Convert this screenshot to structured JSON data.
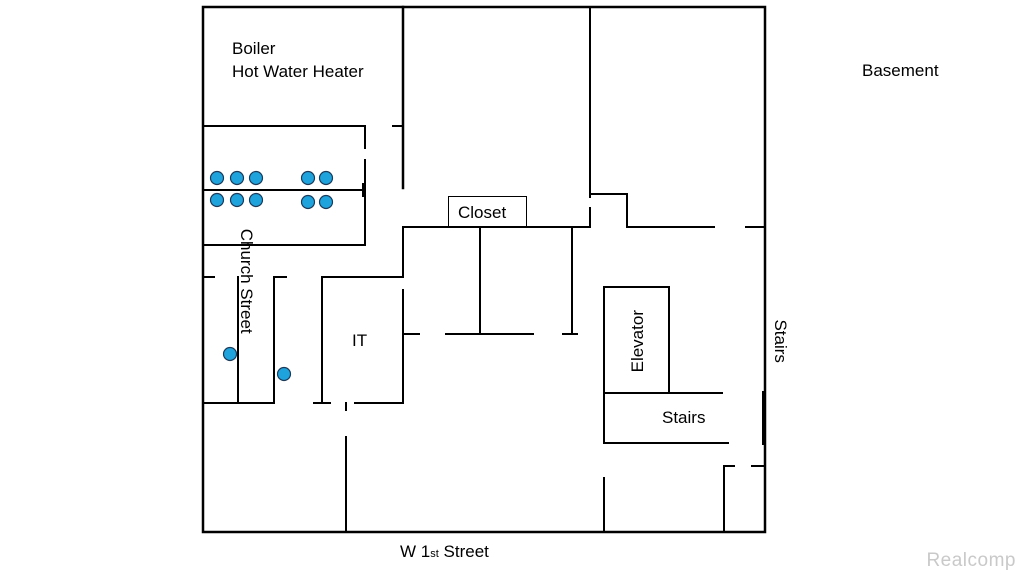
{
  "labels": {
    "basement": "Basement",
    "boiler": "Boiler",
    "hot_water_heater": "Hot Water Heater",
    "closet": "Closet",
    "church_street": "Church Street",
    "it": "IT",
    "elevator": "Elevator",
    "stairs_inner": "Stairs",
    "stairs_right": "Stairs",
    "street_prefix": "W 1",
    "street_sup": "st",
    "street_suffix": " Street"
  },
  "watermark": "Realcomp",
  "colors": {
    "wall": "#000000",
    "marker_fill": "#1fa3dc",
    "marker_stroke": "#1a3a5a",
    "watermark": "#c9c9c9"
  },
  "markers": {
    "count": 12,
    "icon": "blue-dot"
  }
}
